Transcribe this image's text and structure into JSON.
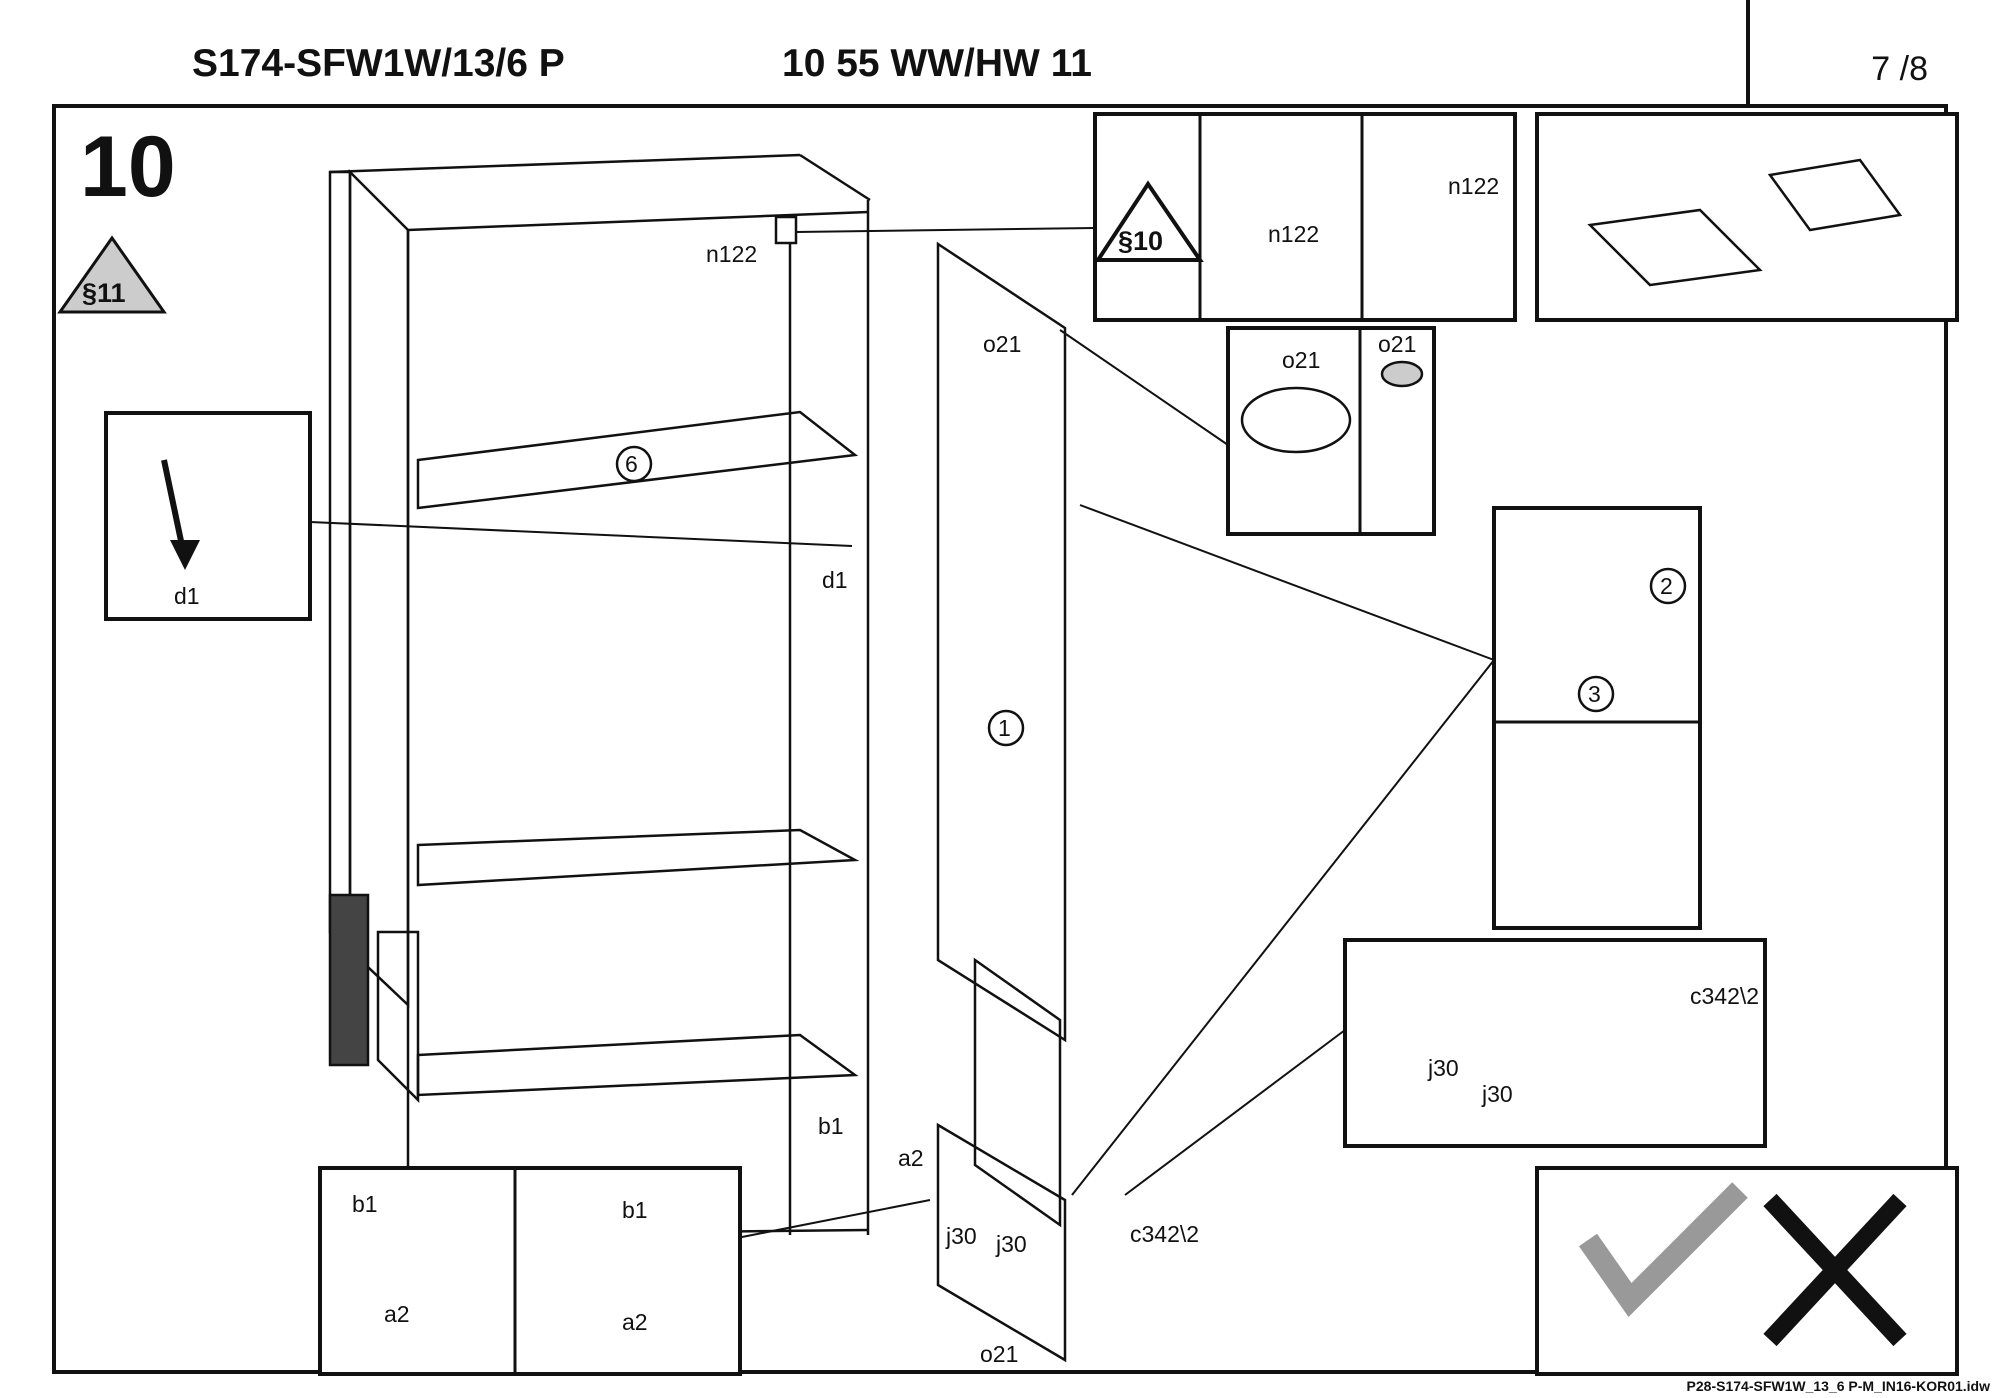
{
  "header": {
    "model": "S174-SFW1W/13/6 P",
    "code": "10 55 WW/HW 11",
    "page": "7 /8"
  },
  "step_number": "10",
  "warnings": {
    "left": "§11",
    "right": "§10"
  },
  "part_labels": {
    "n122": "n122",
    "d1": "d1",
    "o21": "o21",
    "b1": "b1",
    "a2": "a2",
    "j30": "j30",
    "c342": "c342\\2"
  },
  "circled_numbers": {
    "one": "1",
    "two": "2",
    "three": "3",
    "six": "6"
  },
  "footer": "P28-S174-SFW1W_13_6 P-M_IN16-KOR01.idw"
}
